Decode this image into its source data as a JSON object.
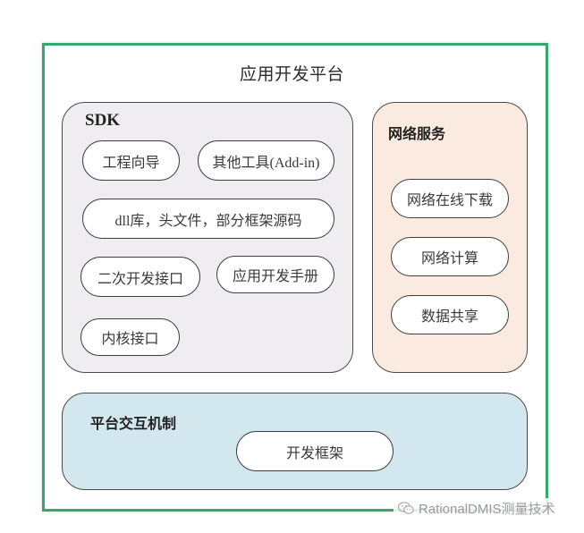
{
  "diagram": {
    "title": "应用开发平台",
    "colors": {
      "outer_border": "#3aa56e",
      "sdk_fill": "#efedf1",
      "network_fill": "#fbeae0",
      "platform_fill": "#d2e8ee",
      "pill_fill": "#ffffff",
      "pill_border": "#3d3d3d"
    },
    "sdk": {
      "label": "SDK",
      "items": [
        {
          "label": "工程向导"
        },
        {
          "label": "其他工具(Add-in)"
        },
        {
          "label": "dll库，头文件，部分框架源码"
        },
        {
          "label": "二次开发接口"
        },
        {
          "label": "应用开发手册"
        },
        {
          "label": "内核接口"
        }
      ]
    },
    "network": {
      "label": "网络服务",
      "items": [
        {
          "label": "网络在线下载"
        },
        {
          "label": "网络计算"
        },
        {
          "label": "数据共享"
        }
      ]
    },
    "platform": {
      "label": "平台交互机制",
      "items": [
        {
          "label": "开发框架"
        }
      ]
    }
  },
  "watermark": {
    "icon": "wechat-icon",
    "text": "RationalDMIS测量技术"
  }
}
